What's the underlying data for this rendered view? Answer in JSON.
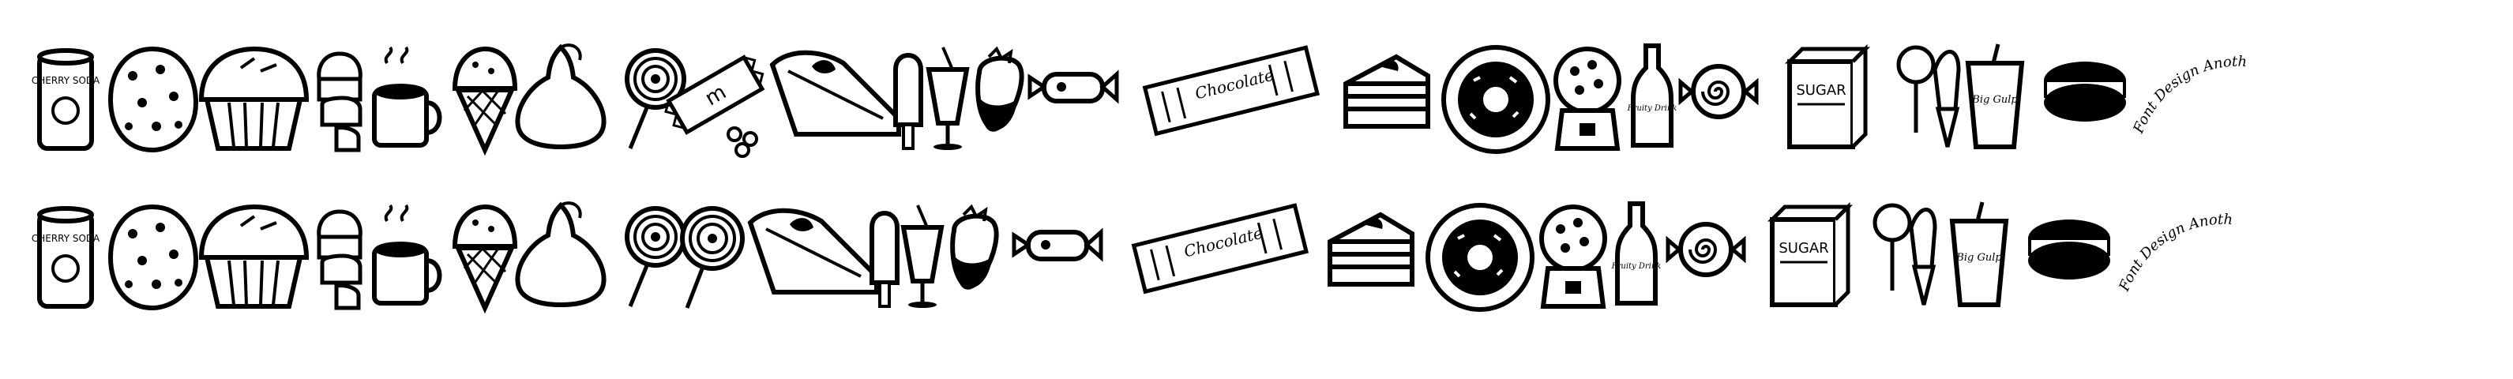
{
  "specimen": {
    "rows": [
      {
        "glyphs": [
          {
            "name": "cherry-soda-can",
            "text": "CHERRY SODA"
          },
          {
            "name": "chocolate-chip-cookie"
          },
          {
            "name": "muffin"
          },
          {
            "name": "chocolate-bonbons"
          },
          {
            "name": "hot-cocoa-mug"
          },
          {
            "name": "ice-cream-cone"
          },
          {
            "name": "chocolate-kiss"
          },
          {
            "name": "lollipop-swirl"
          },
          {
            "name": "candy-wrapper-and-mints",
            "text": "m"
          },
          {
            "name": "pie-slice"
          },
          {
            "name": "popsicle"
          },
          {
            "name": "milkshake-glass"
          },
          {
            "name": "chocolate-strawberry"
          },
          {
            "name": "wrapped-candy"
          },
          {
            "name": "chocolate-bar",
            "text": "Chocolate"
          },
          {
            "name": "layer-cake-slice"
          },
          {
            "name": "donut-on-plate"
          },
          {
            "name": "gumball-machine"
          },
          {
            "name": "soda-bottle",
            "text": "Fruity Drink"
          },
          {
            "name": "swirl-candy"
          },
          {
            "name": "sugar-box",
            "text": "SUGAR"
          },
          {
            "name": "lollipop-and-cone"
          },
          {
            "name": "big-gulp-cup",
            "text": "Big Gulp"
          },
          {
            "name": "sandwich-cookie"
          },
          {
            "name": "credit-text",
            "text": "Font Design Another Blue Vinyl free"
          }
        ]
      },
      {
        "glyphs": [
          {
            "name": "cherry-soda-can",
            "text": "CHERRY SODA"
          },
          {
            "name": "chocolate-chip-cookie"
          },
          {
            "name": "muffin"
          },
          {
            "name": "chocolate-bonbons"
          },
          {
            "name": "hot-cocoa-mug"
          },
          {
            "name": "ice-cream-cone"
          },
          {
            "name": "chocolate-kiss"
          },
          {
            "name": "lollipop-swirl"
          },
          {
            "name": "lollipop-swirl-large"
          },
          {
            "name": "pie-slice"
          },
          {
            "name": "popsicle"
          },
          {
            "name": "milkshake-glass"
          },
          {
            "name": "chocolate-strawberry"
          },
          {
            "name": "wrapped-candy"
          },
          {
            "name": "chocolate-bar",
            "text": "Chocolate"
          },
          {
            "name": "layer-cake-slice"
          },
          {
            "name": "donut-on-plate"
          },
          {
            "name": "gumball-machine"
          },
          {
            "name": "soda-bottle",
            "text": "Fruity Drink"
          },
          {
            "name": "swirl-candy"
          },
          {
            "name": "sugar-box",
            "text": "SUGAR"
          },
          {
            "name": "lollipop-and-cone"
          },
          {
            "name": "big-gulp-cup",
            "text": "Big Gulp"
          },
          {
            "name": "sandwich-cookie"
          },
          {
            "name": "credit-text",
            "text": "Font Design Another Blue Vinyl free"
          }
        ]
      }
    ]
  }
}
